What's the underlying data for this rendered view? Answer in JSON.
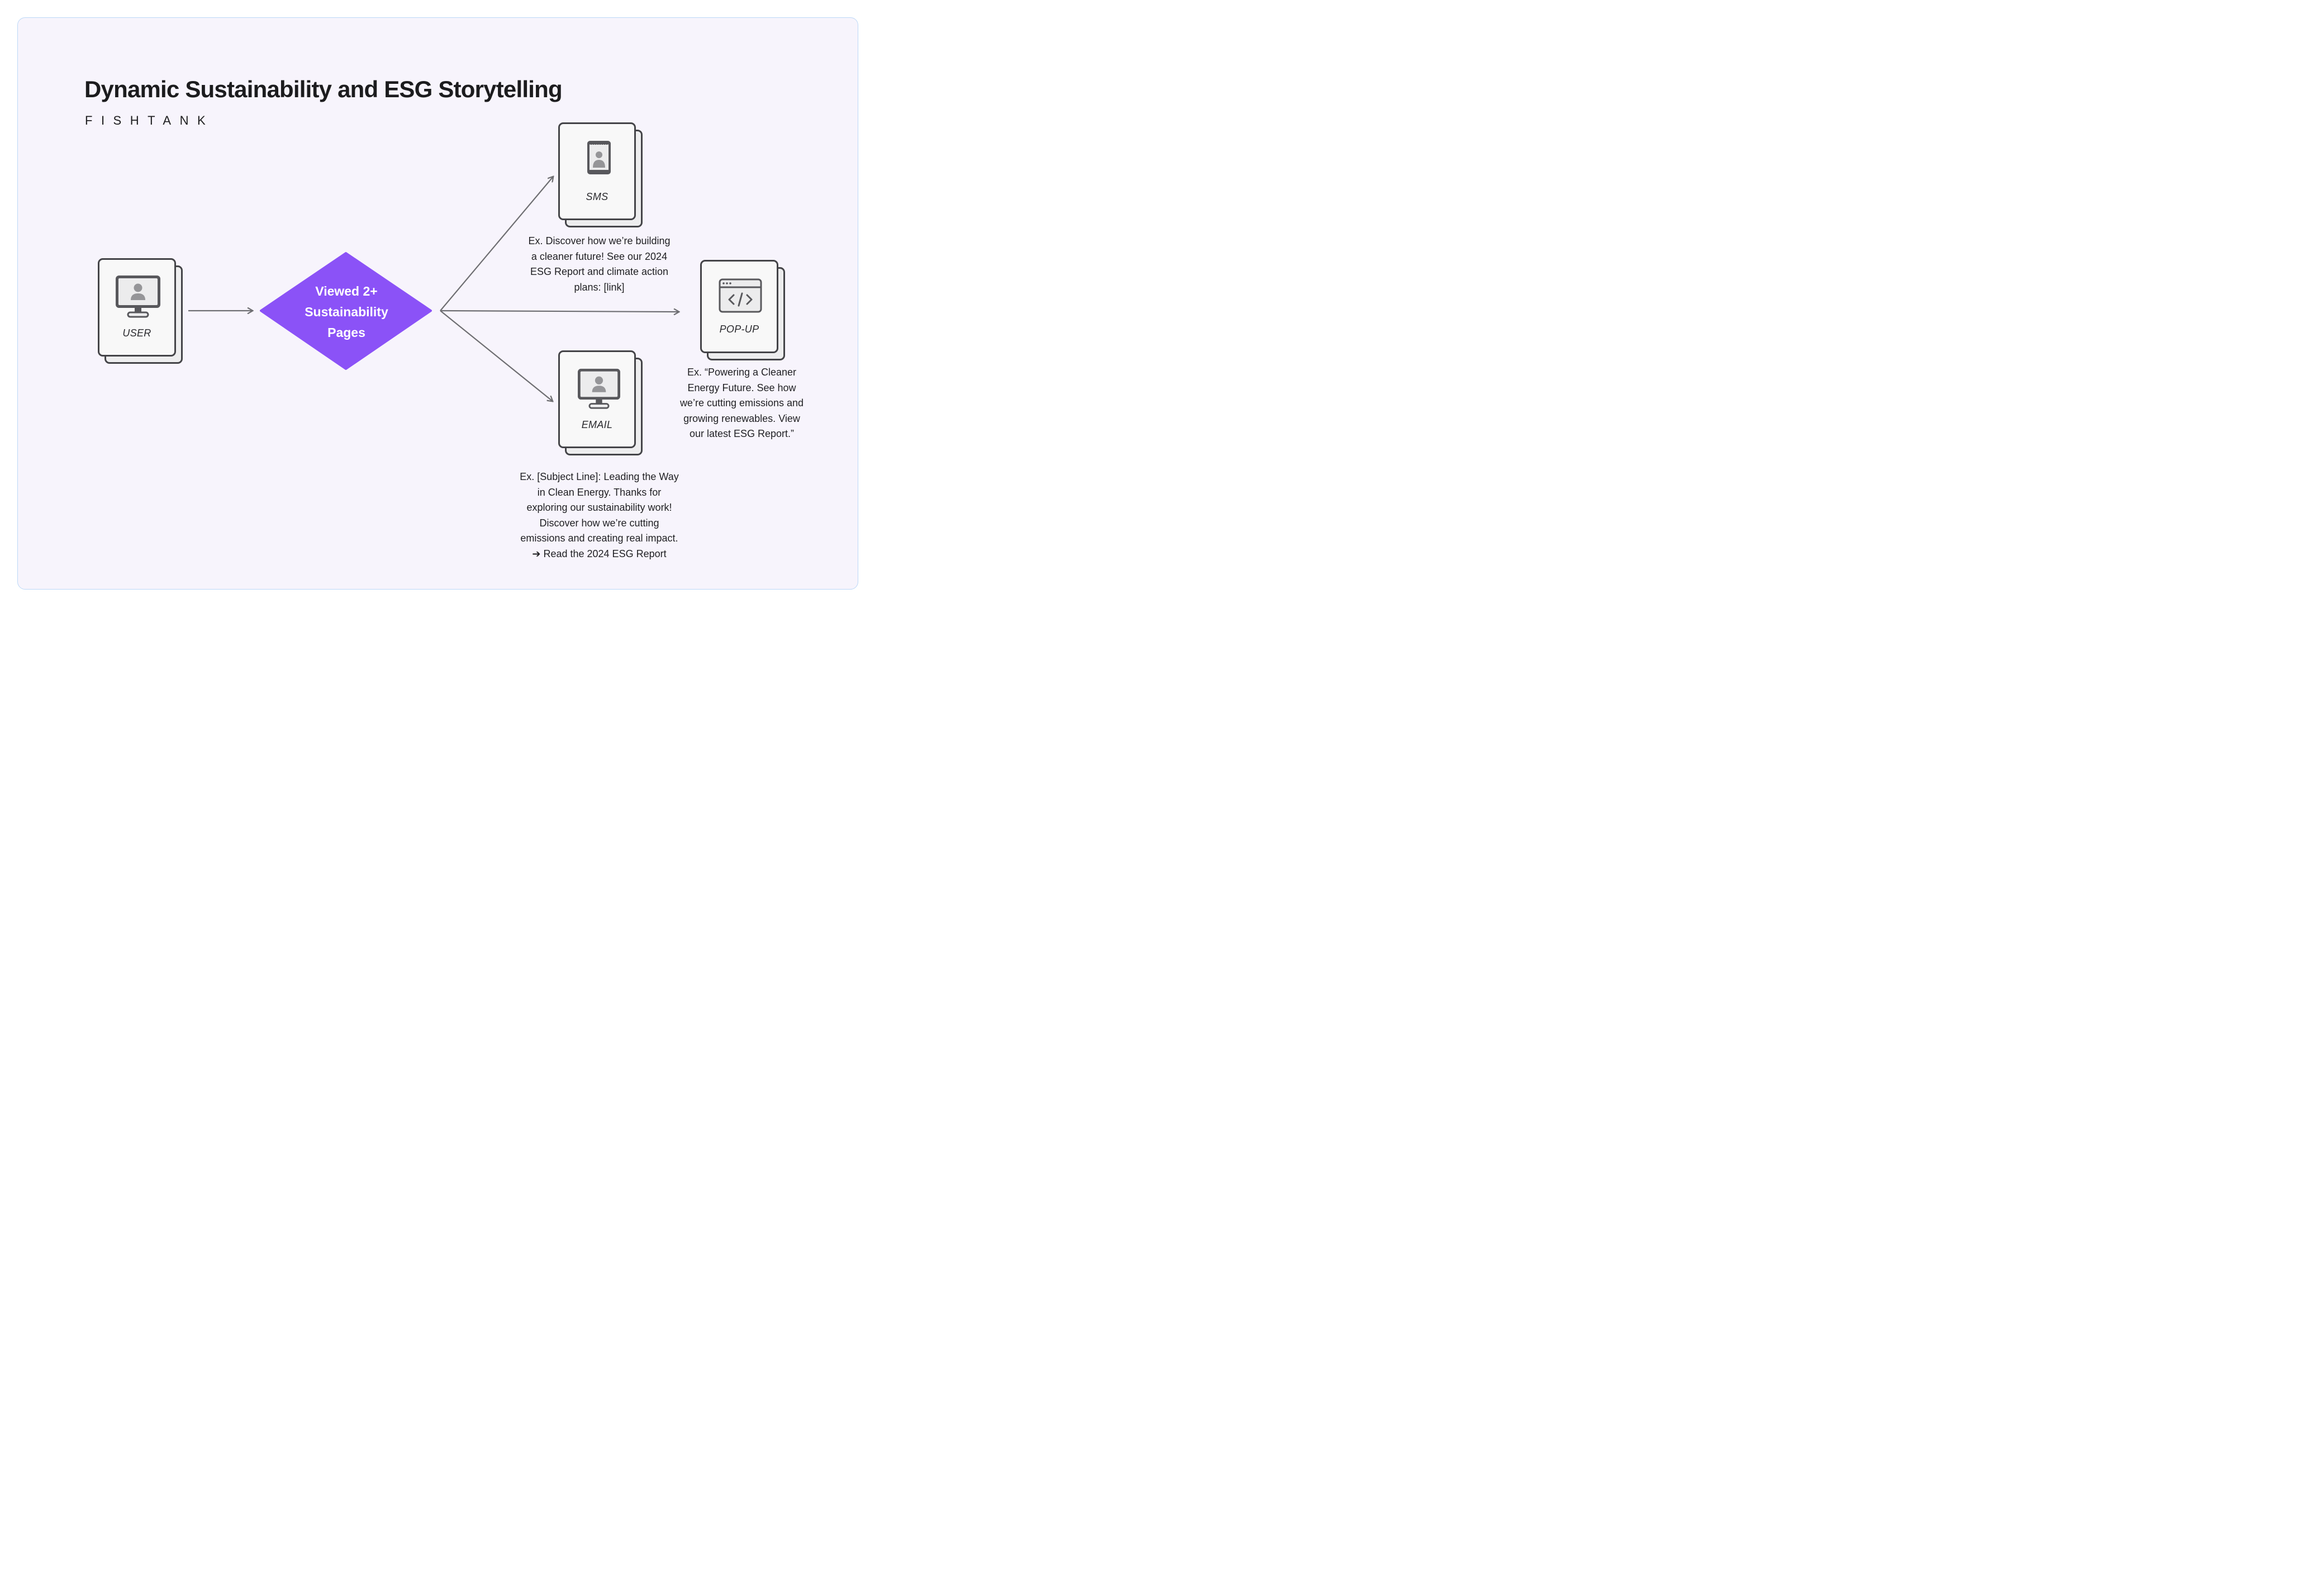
{
  "title": "Dynamic Sustainability and ESG Storytelling",
  "brand": "FISHTANK",
  "colors": {
    "decision_fill": "#8b52f7",
    "frame_bg": "#f7f4fc",
    "frame_border": "#bcd8f7",
    "connector": "#6e6e72"
  },
  "nodes": {
    "user": {
      "label": "USER",
      "icon": "monitor-user-icon"
    },
    "decision": {
      "line1": "Viewed 2+",
      "line2": "Sustainability",
      "line3": "Pages"
    },
    "sms": {
      "label": "SMS",
      "icon": "phone-user-icon",
      "caption": [
        "Ex. Discover how we’re building",
        "a cleaner future! See our 2024",
        "ESG Report and climate action",
        "plans: [link]"
      ]
    },
    "popup": {
      "label": "POP-UP",
      "icon": "code-window-icon",
      "caption": [
        "Ex. “Powering a Cleaner",
        "Energy Future.  See how",
        "we’re cutting emissions and",
        "growing renewables. View",
        "our latest ESG Report.”"
      ]
    },
    "email": {
      "label": "EMAIL",
      "icon": "monitor-user-icon",
      "caption": [
        "Ex. [Subject Line]: Leading the Way",
        "in Clean Energy. Thanks for",
        "exploring our sustainability work!",
        "Discover how we’re cutting",
        "emissions and creating real impact.",
        "➔ Read the 2024 ESG Report"
      ]
    }
  }
}
